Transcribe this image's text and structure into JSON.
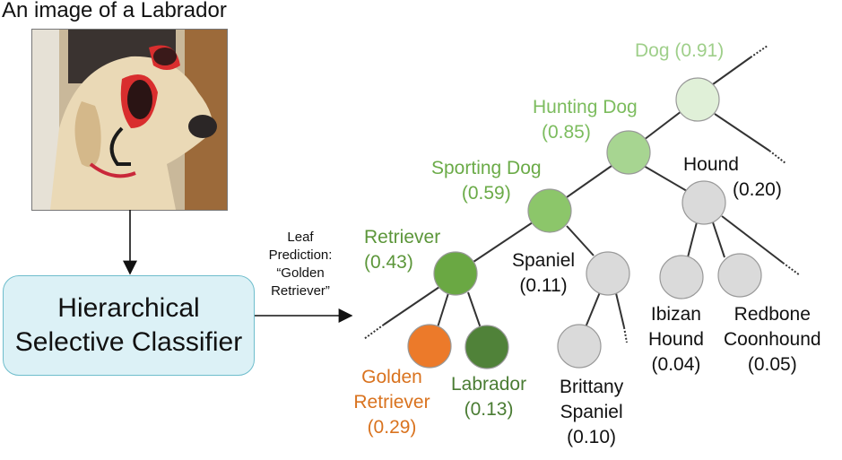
{
  "caption": "An image of a Labrador",
  "image": {
    "subject": "Yellow Labrador wearing red goggles"
  },
  "classifier": {
    "line1": "Hierarchical",
    "line2": "Selective Classifier"
  },
  "prediction": {
    "line1": "Leaf",
    "line2": "Prediction:",
    "line3": "“Golden",
    "line4": "Retriever”"
  },
  "colors": {
    "dog": "#e0f0d8",
    "dog_text": "#9fcf8a",
    "hunting": "#a7d591",
    "hunting_text": "#7cbc5e",
    "sporting": "#8cc66a",
    "sporting_text": "#6bab48",
    "retriever": "#6aa843",
    "retriever_text": "#5c963a",
    "golden": "#ec7a2a",
    "golden_text": "#d9731f",
    "labrador": "#508239",
    "labrador_text": "#4a7c33",
    "gray": "#dadada",
    "gray_text": "#111111"
  },
  "tree": {
    "nodes": [
      {
        "id": "dog",
        "label": "Dog",
        "score": "(0.91)",
        "line1": "Dog (0.91)"
      },
      {
        "id": "hunting",
        "label": "Hunting Dog",
        "score": "(0.85)"
      },
      {
        "id": "sporting",
        "label": "Sporting Dog",
        "score": "(0.59)"
      },
      {
        "id": "retriever",
        "label": "Retriever",
        "score": "(0.43)"
      },
      {
        "id": "golden",
        "label1": "Golden",
        "label2": "Retriever",
        "score": "(0.29)"
      },
      {
        "id": "labrador",
        "label": "Labrador",
        "score": "(0.13)"
      },
      {
        "id": "spaniel",
        "label": "Spaniel",
        "score": "(0.11)"
      },
      {
        "id": "brittany",
        "label1": "Brittany",
        "label2": "Spaniel",
        "score": "(0.10)"
      },
      {
        "id": "hound",
        "label": "Hound",
        "score": "(0.20)"
      },
      {
        "id": "ibizan",
        "label1": "Ibizan",
        "label2": "Hound",
        "score": "(0.04)"
      },
      {
        "id": "redbone",
        "label1": "Redbone",
        "label2": "Coonhound",
        "score": "(0.05)"
      }
    ]
  }
}
